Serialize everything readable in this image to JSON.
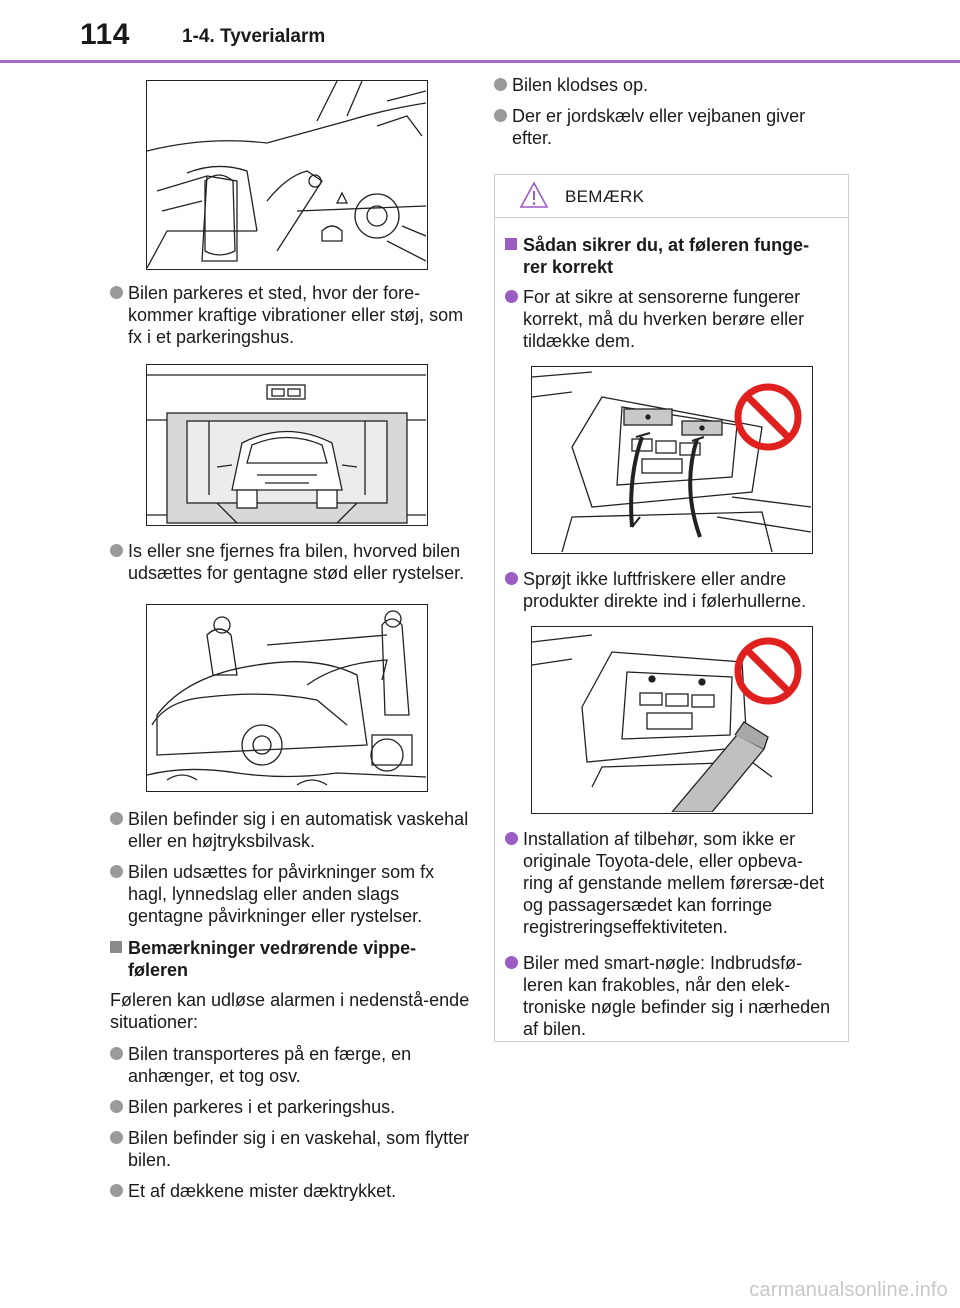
{
  "header": {
    "page_number": "114",
    "section_title": "1-4. Tyverialarm",
    "accent_color": "#a56bc8"
  },
  "left": {
    "bullet1": "Bilen parkeres et sted, hvor der fore-kommer kraftige vibrationer eller støj, som fx i et parkeringshus.",
    "bullet2": "Is eller sne fjernes fra bilen, hvorved bilen udsættes for gentagne stød eller rystelser.",
    "bullet3": "Bilen befinder sig i en automatisk vaskehal eller en højtryksbilvask.",
    "bullet4": "Bilen udsættes for påvirkninger som fx hagl, lynnedslag eller anden slags gentagne påvirkninger eller rystelser.",
    "subheading": "Bemærkninger vedrørende vippe-føleren",
    "paragraph": "Føleren kan udløse alarmen i nedenstå-ende situationer:",
    "bullet5": "Bilen transporteres på en færge, en anhænger, et tog osv.",
    "bullet6": "Bilen parkeres i et parkeringshus.",
    "bullet7": "Bilen befinder sig i en vaskehal, som flytter bilen.",
    "bullet8": "Et af dækkene mister dæktrykket."
  },
  "right": {
    "bullet1": "Bilen klodses op.",
    "bullet2": "Der er jordskælv eller vejbanen giver efter."
  },
  "notice": {
    "title": "BEMÆRK",
    "subheading": "Sådan sikrer du, at føleren funge-rer korrekt",
    "bullet1": "For at sikre at sensorerne fungerer korrekt, må du hverken berøre eller tildække dem.",
    "bullet2": "Sprøjt ikke luftfriskere eller andre produkter direkte ind i følerhullerne.",
    "bullet3": "Installation af tilbehør, som ikke er originale Toyota-dele, eller opbeva-ring af genstande mellem førersæ-det og passagersædet kan forringe registreringseffektiviteten.",
    "bullet4": "Biler med smart-nøgle: Indbrudsfø-leren kan frakobles, når den elek-troniske nøgle befinder sig i nærheden af bilen.",
    "warning_color": "#9b5cc4",
    "prohibit_color": "#e0201e"
  },
  "watermark": "carmanualsonline.info"
}
